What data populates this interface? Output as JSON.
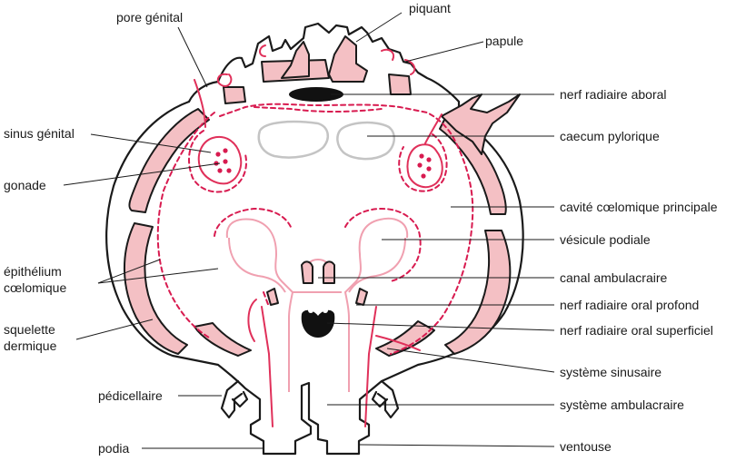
{
  "labels": {
    "pore_genital": "pore génital",
    "piquant": "piquant",
    "papule": "papule",
    "nerf_radiaire_aboral": "nerf radiaire aboral",
    "sinus_genital": "sinus génital",
    "caecum_pylorique": "caecum pylorique",
    "gonade": "gonade",
    "cavite_coelomique": "cavité cœlomique principale",
    "vesicule_podiale": "vésicule podiale",
    "epithelium_1": "épithélium",
    "epithelium_2": "cœlomique",
    "canal_ambulacraire": "canal ambulacraire",
    "nerf_oral_profond": "nerf radiaire oral profond",
    "squelette_1": "squelette",
    "squelette_2": "dermique",
    "nerf_oral_superficiel": "nerf radiaire oral superficiel",
    "systeme_sinusaire": "système sinusaire",
    "pedicellaire": "pédicellaire",
    "systeme_ambulacraire": "système ambulacraire",
    "podia": "podia",
    "ventouse": "ventouse"
  },
  "colors": {
    "plate_fill": "#f4c0c4",
    "coelom_dash": "#d81b50",
    "ambulacral": "#f0a0b0",
    "outline": "#1a1a1a"
  }
}
